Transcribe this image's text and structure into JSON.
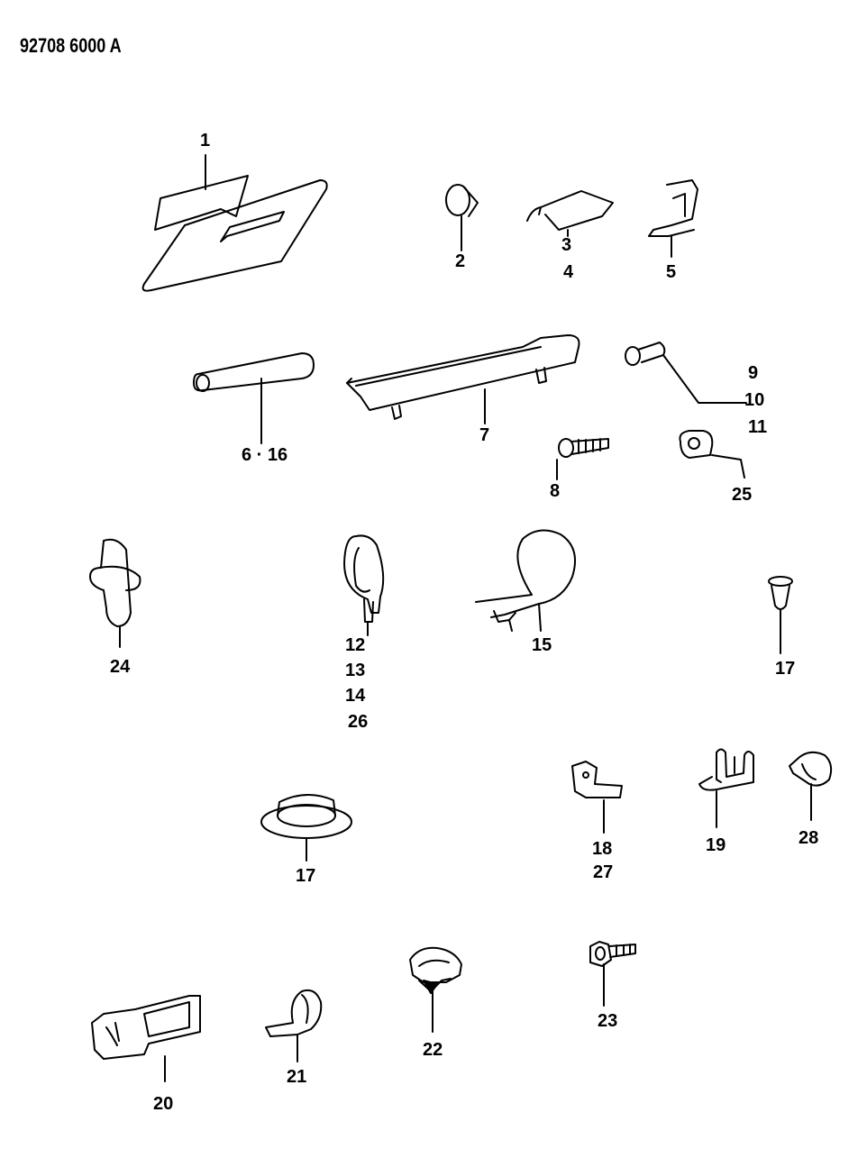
{
  "diagram_code": "92708 6000 A",
  "callouts": {
    "c1": "1",
    "c2": "2",
    "c3": "3",
    "c4": "4",
    "c5": "5",
    "c6_16": "6 · 16",
    "c7": "7",
    "c8": "8",
    "c9": "9",
    "c10": "10",
    "c11": "11",
    "c25": "25",
    "c24": "24",
    "c12": "12",
    "c13": "13",
    "c14": "14",
    "c26": "26",
    "c15": "15",
    "c17a": "17",
    "c17b": "17",
    "c18": "18",
    "c27": "27",
    "c19": "19",
    "c28": "28",
    "c20": "20",
    "c21": "21",
    "c22": "22",
    "c23": "23"
  }
}
